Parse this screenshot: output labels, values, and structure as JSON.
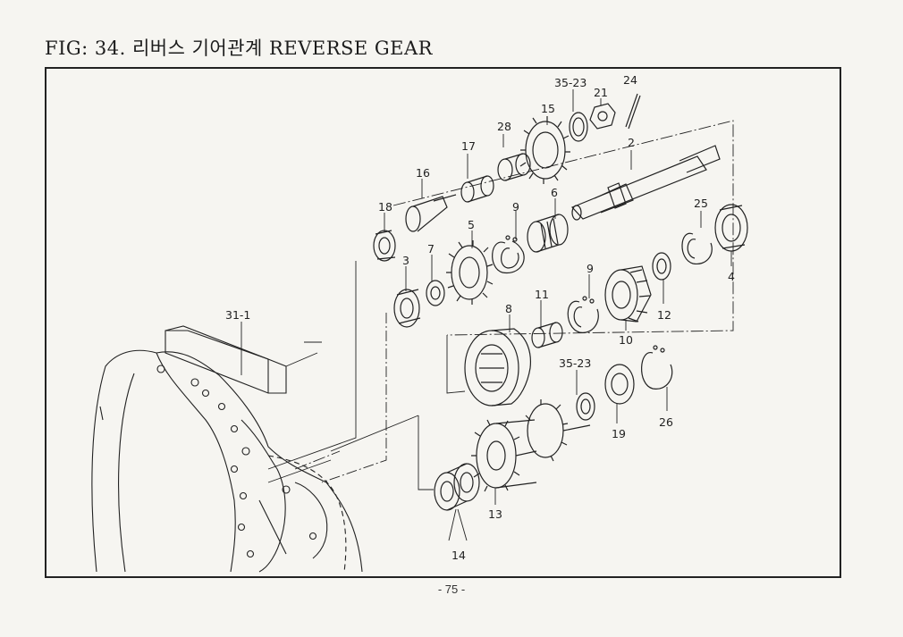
{
  "figure": {
    "title": "FIG: 34. 리버스 기어관계 REVERSE GEAR",
    "page_number": "- 75 -"
  },
  "callouts": {
    "c35_23a": "35-23",
    "c24": "24",
    "c21": "21",
    "c15": "15",
    "c28": "28",
    "c17": "17",
    "c2": "2",
    "c16": "16",
    "c6": "6",
    "c25": "25",
    "c18": "18",
    "c9a": "9",
    "c5": "5",
    "c7": "7",
    "c3": "3",
    "c4": "4",
    "c9b": "9",
    "c12": "12",
    "c31_1": "31-1",
    "c11": "11",
    "c8": "8",
    "c10": "10",
    "c35_23b": "35-23",
    "c19": "19",
    "c26": "26",
    "c13": "13",
    "c14": "14"
  }
}
